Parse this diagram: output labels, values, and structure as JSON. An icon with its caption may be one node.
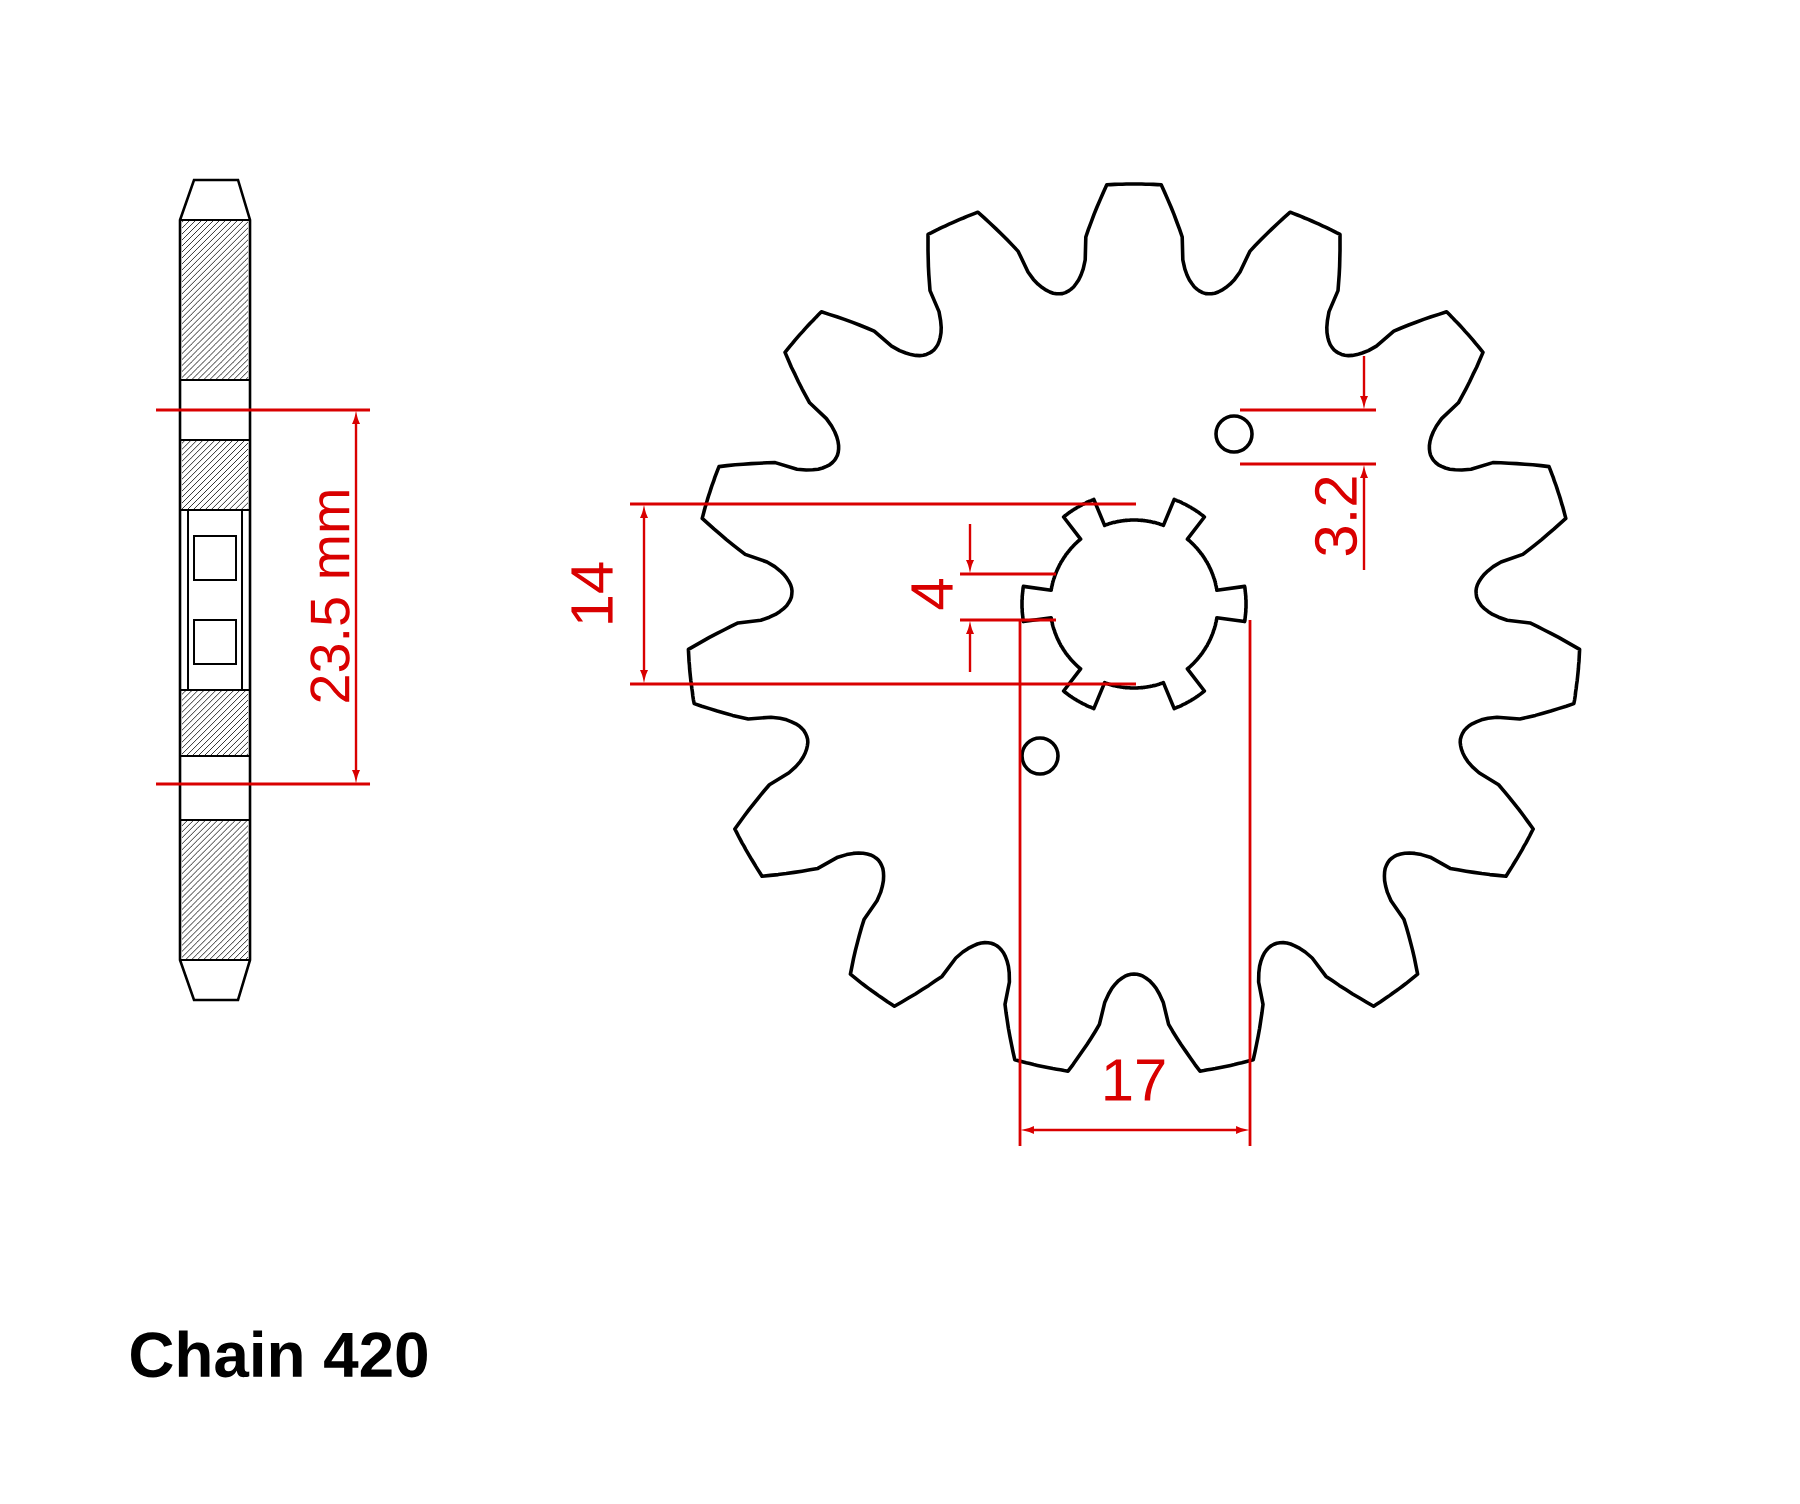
{
  "diagram": {
    "labels": [
      "23.5 mm",
      "14",
      "4",
      "3.2",
      "17",
      "Chain 420"
    ]
  }
}
